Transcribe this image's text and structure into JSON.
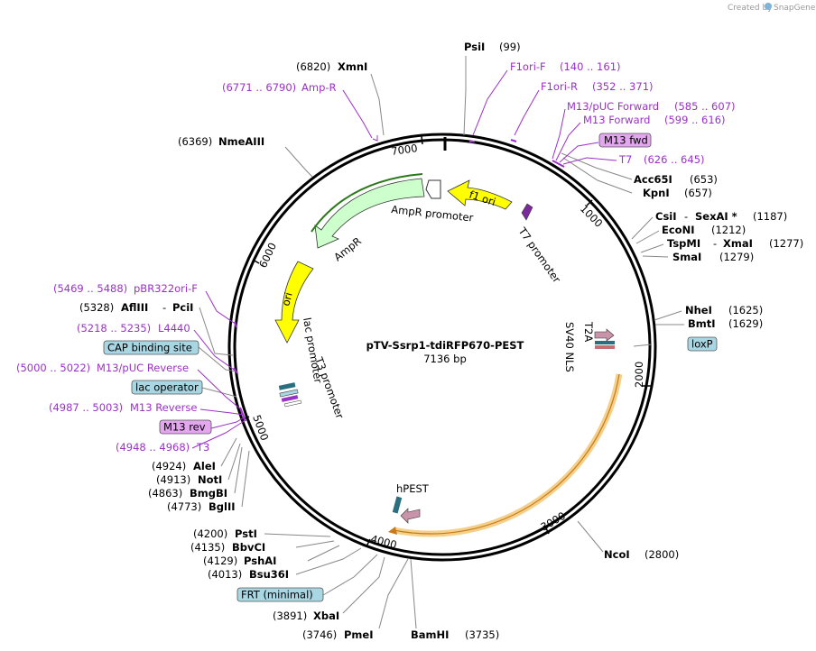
{
  "credit": {
    "text": "Created by",
    "brand": "SnapGene"
  },
  "plasmid": {
    "name": "pTV-Ssrp1-tdiRFP670-PEST",
    "length": "7136 bp"
  },
  "ticks": [
    "1000",
    "2000",
    "3000",
    "4000",
    "5000",
    "6000",
    "7000"
  ],
  "features": {
    "f1_ori": "f1 ori",
    "ampr_promoter": "AmpR promoter",
    "ampr": "AmpR",
    "ori": "ori",
    "lac_promoter": "lac promoter",
    "t3_promoter": "T3 promoter",
    "t7_promoter": "T7 promoter",
    "t2a": "T2A",
    "sv40_nls": "SV40 NLS",
    "hpest": "hPEST"
  },
  "sites": {
    "psiI": {
      "name": "PsiI",
      "pos": "(99)"
    },
    "xmnI": {
      "name": "XmnI",
      "pos": "(6820)"
    },
    "nmeAIII": {
      "name": "NmeAIII",
      "pos": "(6369)"
    },
    "acc65I": {
      "name": "Acc65I",
      "pos": "(653)"
    },
    "kpnI": {
      "name": "KpnI",
      "pos": "(657)"
    },
    "csiI": {
      "name": "CsiI",
      "name2": "SexAI *",
      "pos": "(1187)"
    },
    "ecoNI": {
      "name": "EcoNI",
      "pos": "(1212)"
    },
    "tspMI": {
      "name": "TspMI",
      "name2": "XmaI",
      "pos": "(1277)"
    },
    "smaI": {
      "name": "SmaI",
      "pos": "(1279)"
    },
    "nheI": {
      "name": "NheI",
      "pos": "(1625)"
    },
    "bmtI": {
      "name": "BmtI",
      "pos": "(1629)"
    },
    "ncoI": {
      "name": "NcoI",
      "pos": "(2800)"
    },
    "bamHI": {
      "name": "BamHI",
      "pos": "(3735)"
    },
    "pmeI": {
      "name": "PmeI",
      "pos": "(3746)"
    },
    "xbaI": {
      "name": "XbaI",
      "pos": "(3891)"
    },
    "bsu36I": {
      "name": "Bsu36I",
      "pos": "(4013)"
    },
    "pshAI": {
      "name": "PshAI",
      "pos": "(4129)"
    },
    "bbvCI": {
      "name": "BbvCI",
      "pos": "(4135)"
    },
    "pstI": {
      "name": "PstI",
      "pos": "(4200)"
    },
    "bglII": {
      "name": "BglII",
      "pos": "(4773)"
    },
    "bmgBI": {
      "name": "BmgBI",
      "pos": "(4863)"
    },
    "notI": {
      "name": "NotI",
      "pos": "(4913)"
    },
    "aleI": {
      "name": "AleI",
      "pos": "(4924)"
    },
    "aflIII": {
      "name": "AflIII",
      "name2": "PciI",
      "pos": "(5328)"
    }
  },
  "primers": {
    "ampR": {
      "name": "Amp-R",
      "range": "(6771 .. 6790)"
    },
    "f1oriF": {
      "name": "F1ori-F",
      "range": "(140 .. 161)"
    },
    "f1oriR": {
      "name": "F1ori-R",
      "range": "(352 .. 371)"
    },
    "m13pucFwd": {
      "name": "M13/pUC Forward",
      "range": "(585 .. 607)"
    },
    "m13Fwd": {
      "name": "M13 Forward",
      "range": "(599 .. 616)"
    },
    "t7": {
      "name": "T7",
      "range": "(626 .. 645)"
    },
    "pbr322": {
      "name": "pBR322ori-F",
      "range": "(5469 .. 5488)"
    },
    "l4440": {
      "name": "L4440",
      "range": "(5218 .. 5235)"
    },
    "m13pucRev": {
      "name": "M13/pUC Reverse",
      "range": "(5000 .. 5022)"
    },
    "m13Rev": {
      "name": "M13 Reverse",
      "range": "(4987 .. 5003)"
    },
    "t3": {
      "name": "T3",
      "range": "(4948 .. 4968)"
    }
  },
  "boxes": {
    "m13fwd": "M13 fwd",
    "loxp": "loxP",
    "cap": "CAP binding site",
    "lacop": "lac operator",
    "m13rev": "M13 rev",
    "frt": "FRT (minimal)"
  },
  "colors": {
    "primer": "#9b30c8",
    "blue_box": "#a9d6e3",
    "purple_box": "#e3a6ef",
    "yellow_feature": "#ffff00",
    "amp_feature": "#ccffcc",
    "orange_orf": "#f5a623"
  }
}
